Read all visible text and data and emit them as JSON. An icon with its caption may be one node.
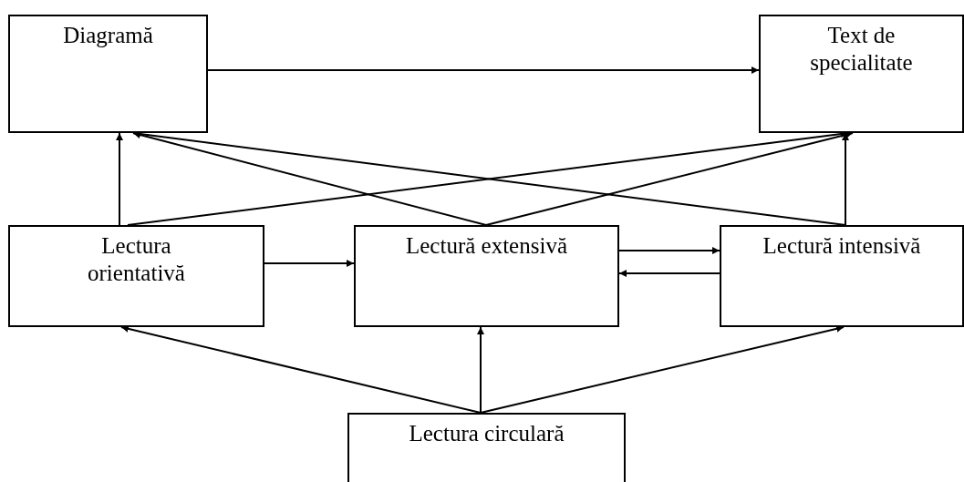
{
  "diagram": {
    "nodes": [
      {
        "text": [
          "Diagramă"
        ]
      },
      {
        "text": [
          "Text de specialitate"
        ]
      },
      {
        "text": [
          "Lectura orientativă"
        ]
      },
      {
        "text": [
          "Lectură extensivă"
        ]
      },
      {
        "text": [
          "Lectură intensivă"
        ]
      },
      {
        "text": [
          "Lectura circulară"
        ]
      }
    ],
    "edges": [
      {
        "from": 0,
        "to": 1,
        "arrow": "to"
      },
      {
        "from": 2,
        "to": 0,
        "arrow": "to"
      },
      {
        "from": 3,
        "to": 0,
        "arrow": "to"
      },
      {
        "from": 4,
        "to": 0,
        "arrow": "to"
      },
      {
        "from": 2,
        "to": 1,
        "arrow": "to"
      },
      {
        "from": 3,
        "to": 1,
        "arrow": "to"
      },
      {
        "from": 4,
        "to": 1,
        "arrow": "to"
      },
      {
        "from": 2,
        "to": 3,
        "arrow": "to"
      },
      {
        "from": 3,
        "to": 4,
        "arrow": "to"
      },
      {
        "from": 4,
        "to": 3,
        "arrow": "to"
      },
      {
        "from": 5,
        "to": 2,
        "arrow": "to"
      },
      {
        "from": 5,
        "to": 3,
        "arrow": "to"
      },
      {
        "from": 5,
        "to": 4,
        "arrow": "to"
      }
    ]
  }
}
